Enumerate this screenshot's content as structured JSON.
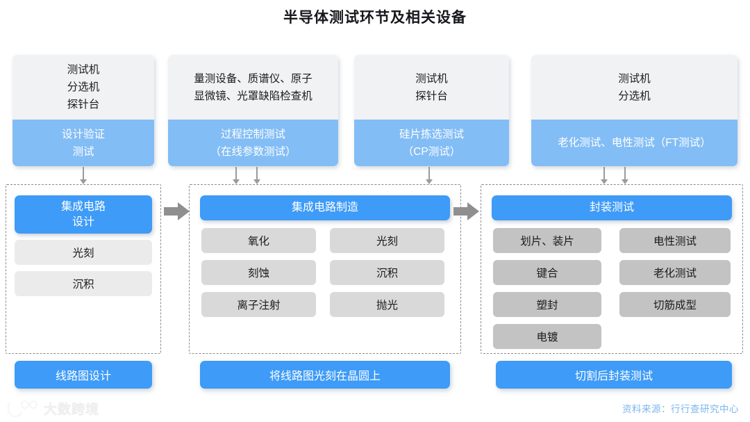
{
  "title": "半导体测试环节及相关设备",
  "equipment_cards": [
    {
      "equipment": "测试机\n分选机\n探针台",
      "stage": "设计验证\n测试"
    },
    {
      "equipment": "量测设备、质谱仪、原子\n显微镜、光罩缺陷检查机",
      "stage": "过程控制测试\n（在线参数测试）"
    },
    {
      "equipment": "测试机\n探针台",
      "stage": "硅片拣选测试\n（CP测试）"
    },
    {
      "equipment": "测试机\n分选机",
      "stage": "老化测试、电性测试（FT测试）"
    }
  ],
  "stages": [
    {
      "header": "集成电路\n设计",
      "col_left": [
        "光刻",
        "沉积"
      ],
      "col_right": [],
      "footer": "线路图设计"
    },
    {
      "header": "集成电路制造",
      "col_left": [
        "氧化",
        "刻蚀",
        "离子注射"
      ],
      "col_right": [
        "光刻",
        "沉积",
        "抛光"
      ],
      "footer": "将线路图光刻在晶圆上"
    },
    {
      "header": "封装测试",
      "col_left": [
        "划片、装片",
        "键合",
        "塑封",
        "电镀"
      ],
      "col_right": [
        "电性测试",
        "老化测试",
        "切筋成型"
      ],
      "footer": "切割后封装测试"
    }
  ],
  "source": "资料来源：行行查研究中心",
  "watermark": "大数跨境",
  "colors": {
    "accent_blue": "#3e9bf7",
    "light_blue": "#83bdf5",
    "card_gray": "#f1f2f4",
    "chip_light": "#ebebeb",
    "chip_mid": "#d9d9d9",
    "chip_dark": "#c3c3c3",
    "dashed_border": "#8a8a8a",
    "arrow_gray": "#9a9a9a",
    "source_blue": "#7db6ee"
  }
}
